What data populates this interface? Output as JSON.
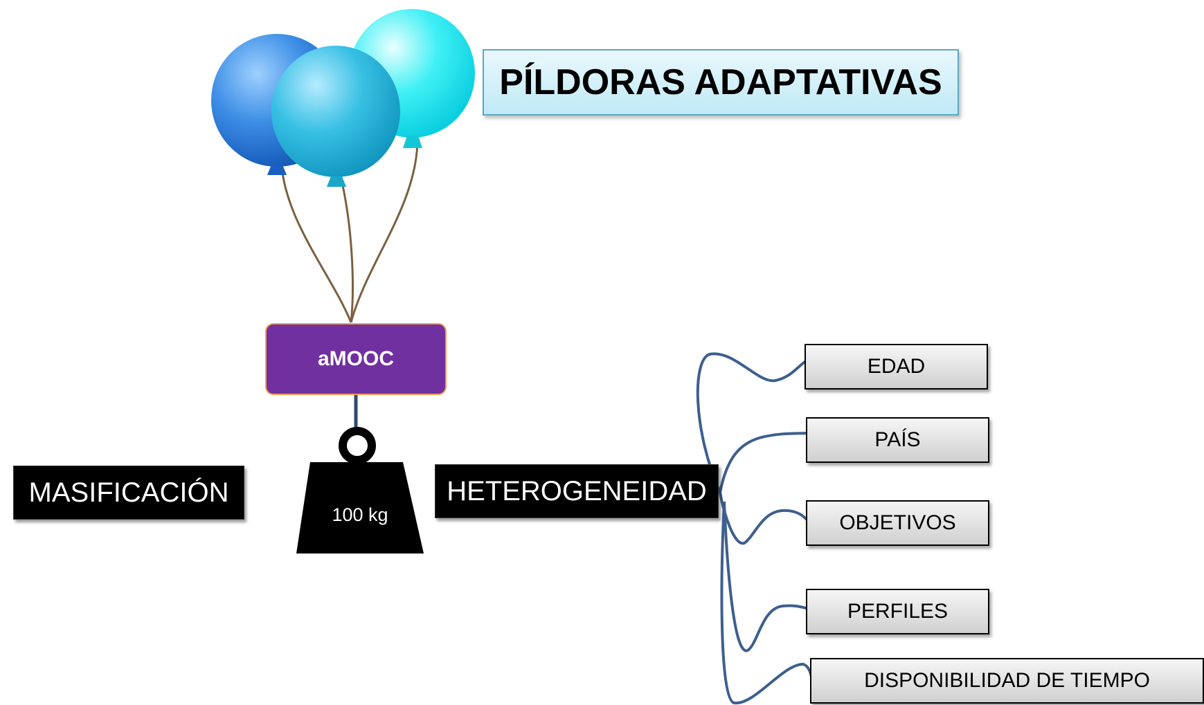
{
  "title": "PÍLDORAS ADAPTATIVAS",
  "center_node": "aMOOC",
  "weight_label": "100 kg",
  "left_label": "MASIFICACIÓN",
  "right_label": "HETEROGENEIDAD",
  "categories": [
    "EDAD",
    "PAÍS",
    "OBJETIVOS",
    "PERFILES",
    "DISPONIBILIDAD DE TIEMPO"
  ],
  "colors": {
    "purple_node": "#7030a0",
    "connector": "#3d5f8f",
    "balloon_blue": "#1f6fd1",
    "balloon_teal": "#1fb3d6",
    "balloon_cyan": "#19e3f0",
    "string": "#7a6040"
  }
}
